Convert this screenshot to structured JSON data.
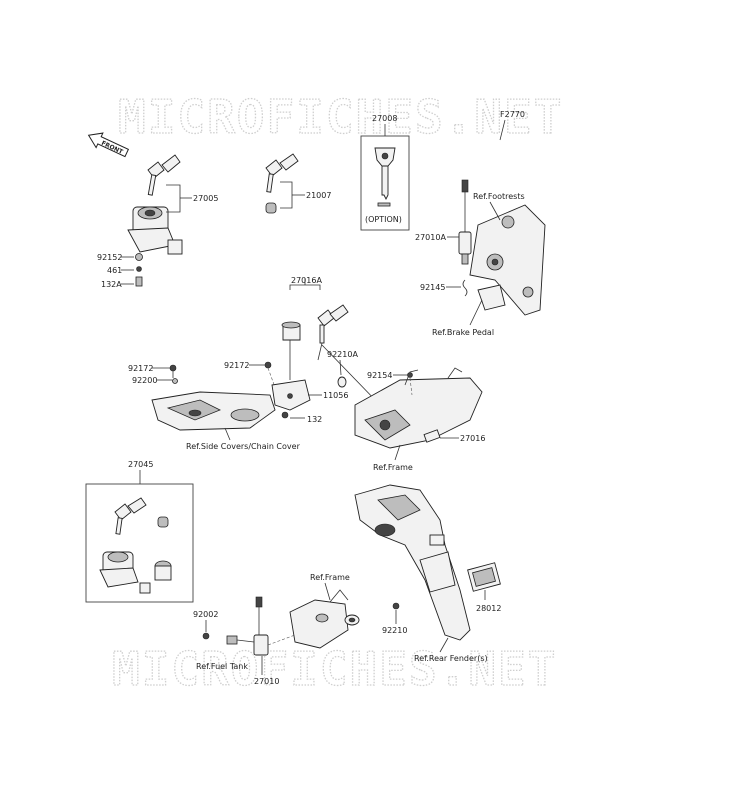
{
  "watermark": "MICROFICHES.NET",
  "front_arrow": "FRONT",
  "option_note": "(OPTION)",
  "parts": {
    "p27008": "27008",
    "f2770": "F2770",
    "p27005": "27005",
    "p21007": "21007",
    "p92152": "92152",
    "p461": "461",
    "p132a": "132A",
    "p27010a": "27010A",
    "p92145": "92145",
    "p27016a": "27016A",
    "p92172a": "92172",
    "p92172b": "92172",
    "p92200": "92200",
    "p92210a": "92210A",
    "p11056": "11056",
    "p132": "132",
    "p92154": "92154",
    "p27016": "27016",
    "p27045": "27045",
    "p92002": "92002",
    "p27010": "27010",
    "p92210": "92210",
    "p28012": "28012"
  },
  "refs": {
    "footrests": "Ref.Footrests",
    "brake_pedal": "Ref.Brake Pedal",
    "side_covers": "Ref.Side Covers/Chain Cover",
    "frame1": "Ref.Frame",
    "frame2": "Ref.Frame",
    "fuel_tank": "Ref.Fuel Tank",
    "rear_fender": "Ref.Rear Fender(s)"
  }
}
